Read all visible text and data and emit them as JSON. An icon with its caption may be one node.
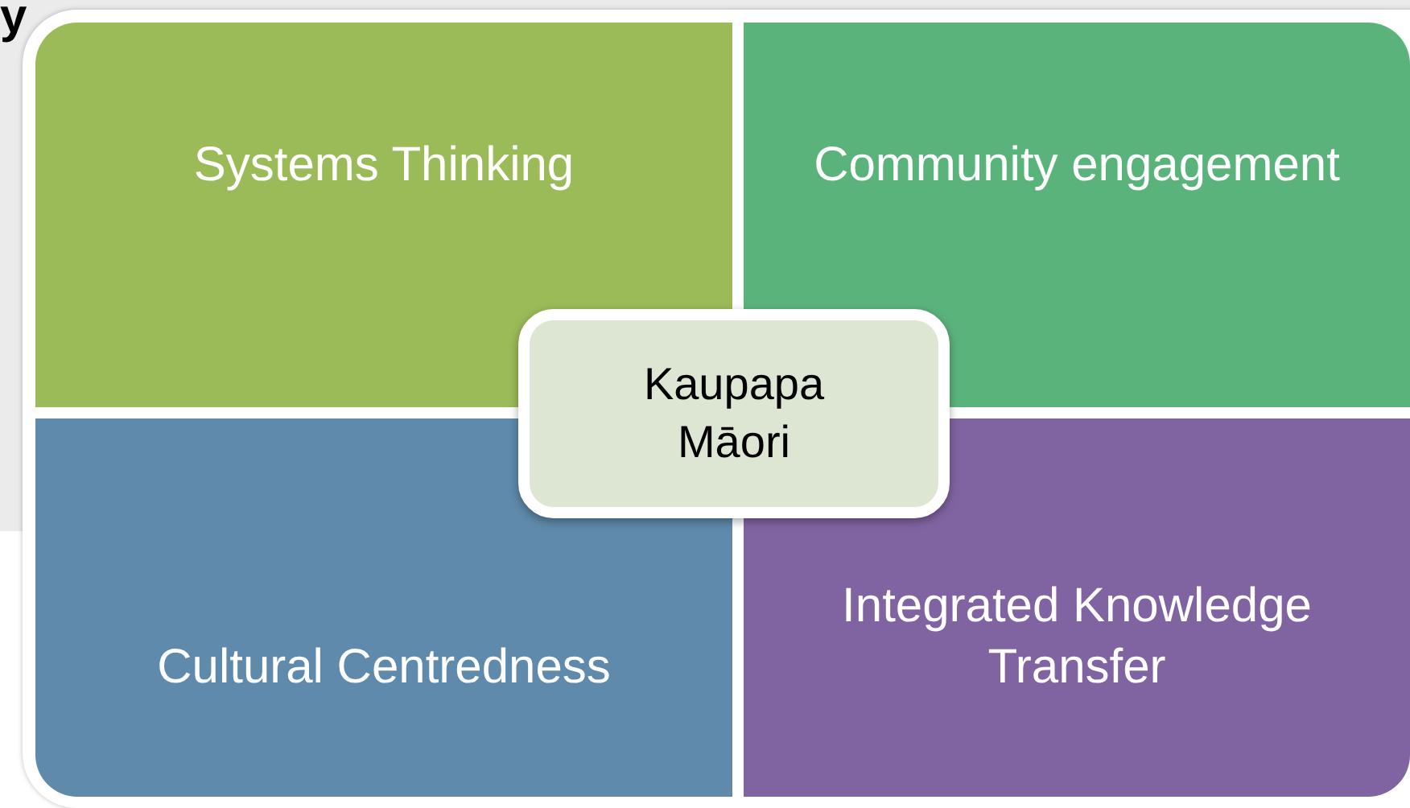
{
  "diagram": {
    "nodes": [
      {
        "text": [
          "Systems Thinking"
        ]
      },
      {
        "text": [
          "Community engagement"
        ]
      },
      {
        "text": [
          "Cultural Centredness"
        ]
      },
      {
        "text": [
          "Integrated Knowledge Transfer"
        ]
      },
      {
        "text": [
          "Kaupapa Māori"
        ]
      }
    ],
    "labels": [
      "y"
    ]
  }
}
